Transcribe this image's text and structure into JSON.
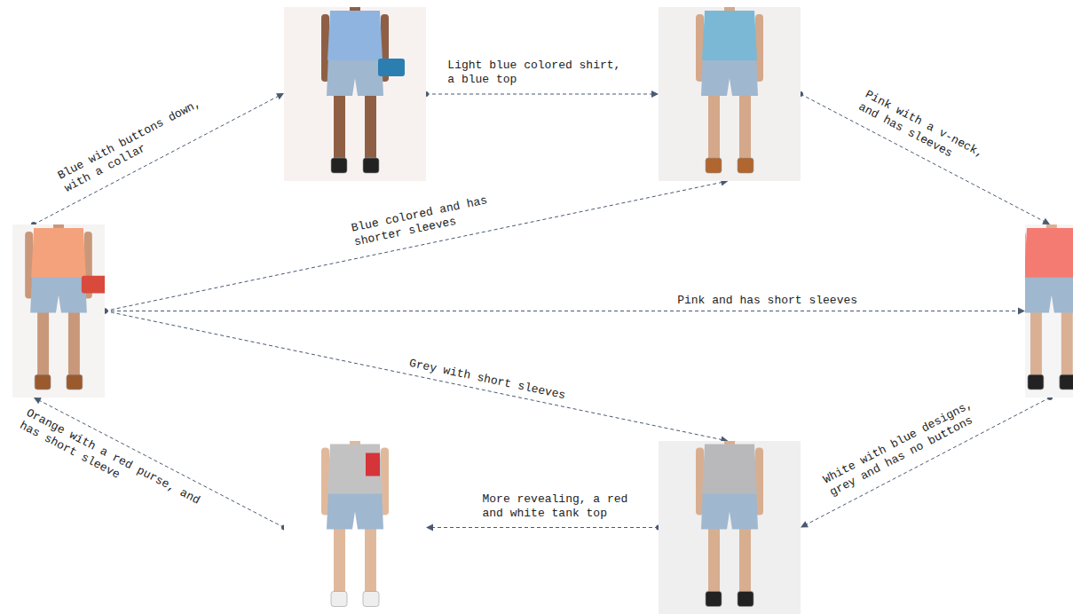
{
  "diagram": {
    "nodes": [
      {
        "text": []
      },
      {
        "text": []
      },
      {
        "text": []
      },
      {
        "text": []
      },
      {
        "text": []
      },
      {
        "text": []
      }
    ],
    "edges": [
      {
        "from": 2,
        "to": 0,
        "arrow": "to",
        "label": "Blue with buttons down, with a collar"
      },
      {
        "from": 0,
        "to": 1,
        "arrow": "to",
        "label": "Light blue colored shirt, a blue top"
      },
      {
        "from": 1,
        "to": 3,
        "arrow": "to",
        "label": "Pink with a v-neck, and has sleeves"
      },
      {
        "from": 2,
        "to": 1,
        "arrow": "to",
        "label": "Blue colored and has shorter sleeves"
      },
      {
        "from": 2,
        "to": 3,
        "arrow": "to",
        "label": "Pink and has short sleeves"
      },
      {
        "from": 2,
        "to": 5,
        "arrow": "to",
        "label": "Grey with short sleeves"
      },
      {
        "from": 3,
        "to": 5,
        "arrow": "to",
        "label": "White with blue designs, grey and has no buttons"
      },
      {
        "from": 5,
        "to": 4,
        "arrow": "to",
        "label": "More revealing, a red and white tank top"
      },
      {
        "from": 4,
        "to": 2,
        "arrow": "to",
        "label": "Orange with a red purse, and has short sleeve"
      }
    ]
  }
}
